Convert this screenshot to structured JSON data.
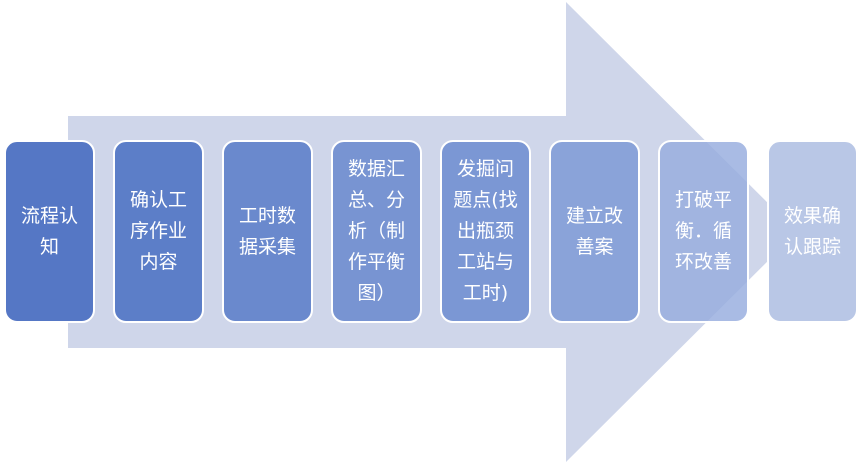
{
  "process": {
    "steps": [
      {
        "label": "流程认\n知",
        "color": "#5577c5"
      },
      {
        "label": "确认工\n序作业\n内容",
        "color": "#5c7ec8"
      },
      {
        "label": "工时数\n据采集",
        "color": "#6a89cd"
      },
      {
        "label": "数据汇\n总、分\n析（制\n作平衡\n图）",
        "color": "#7894d2"
      },
      {
        "label": "发掘问\n题点(找\n出瓶颈\n工站与\n工时)",
        "color": "#7b97d4"
      },
      {
        "label": "建立改\n善案",
        "color": "#8aa3d9"
      },
      {
        "label": "打破平\n衡．循\n环改善",
        "color": "#a2b5e0"
      },
      {
        "label": "效果确\n认跟踪",
        "color": "#b9c7e6"
      }
    ],
    "arrow_color": "#cfd6ea"
  }
}
